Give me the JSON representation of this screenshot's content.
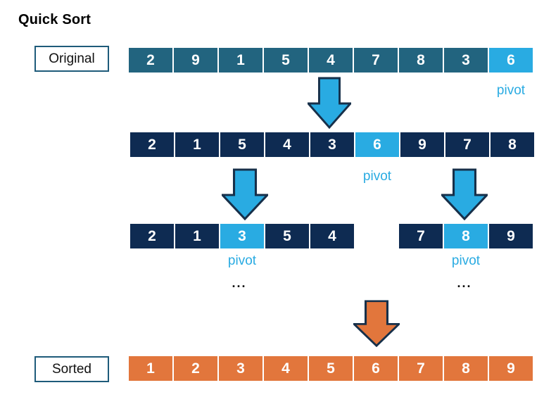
{
  "title": "Quick Sort",
  "colors": {
    "teal": "#22647F",
    "navy": "#0E2B52",
    "pivot_blue": "#29ABE2",
    "orange": "#E2763C",
    "arrow_outline": "#17304A",
    "label_border": "#1E5B7A"
  },
  "labels": {
    "original": "Original",
    "sorted": "Sorted",
    "pivot": "pivot",
    "ellipsis": "..."
  },
  "diagram": {
    "type": "quick-sort-steps",
    "rows": {
      "original": {
        "values": [
          "2",
          "9",
          "1",
          "5",
          "4",
          "7",
          "8",
          "3",
          "6"
        ],
        "pivot_index": 8
      },
      "pass1": {
        "values": [
          "2",
          "1",
          "5",
          "4",
          "3",
          "6",
          "9",
          "7",
          "8"
        ],
        "pivot_index": 5
      },
      "pass2_left": {
        "values": [
          "2",
          "1",
          "3",
          "5",
          "4"
        ],
        "pivot_index": 2
      },
      "pass2_right": {
        "values": [
          "7",
          "8",
          "9"
        ],
        "pivot_index": 1
      },
      "sorted": {
        "values": [
          "1",
          "2",
          "3",
          "4",
          "5",
          "6",
          "7",
          "8",
          "9"
        ],
        "pivot_index": -1
      }
    }
  }
}
